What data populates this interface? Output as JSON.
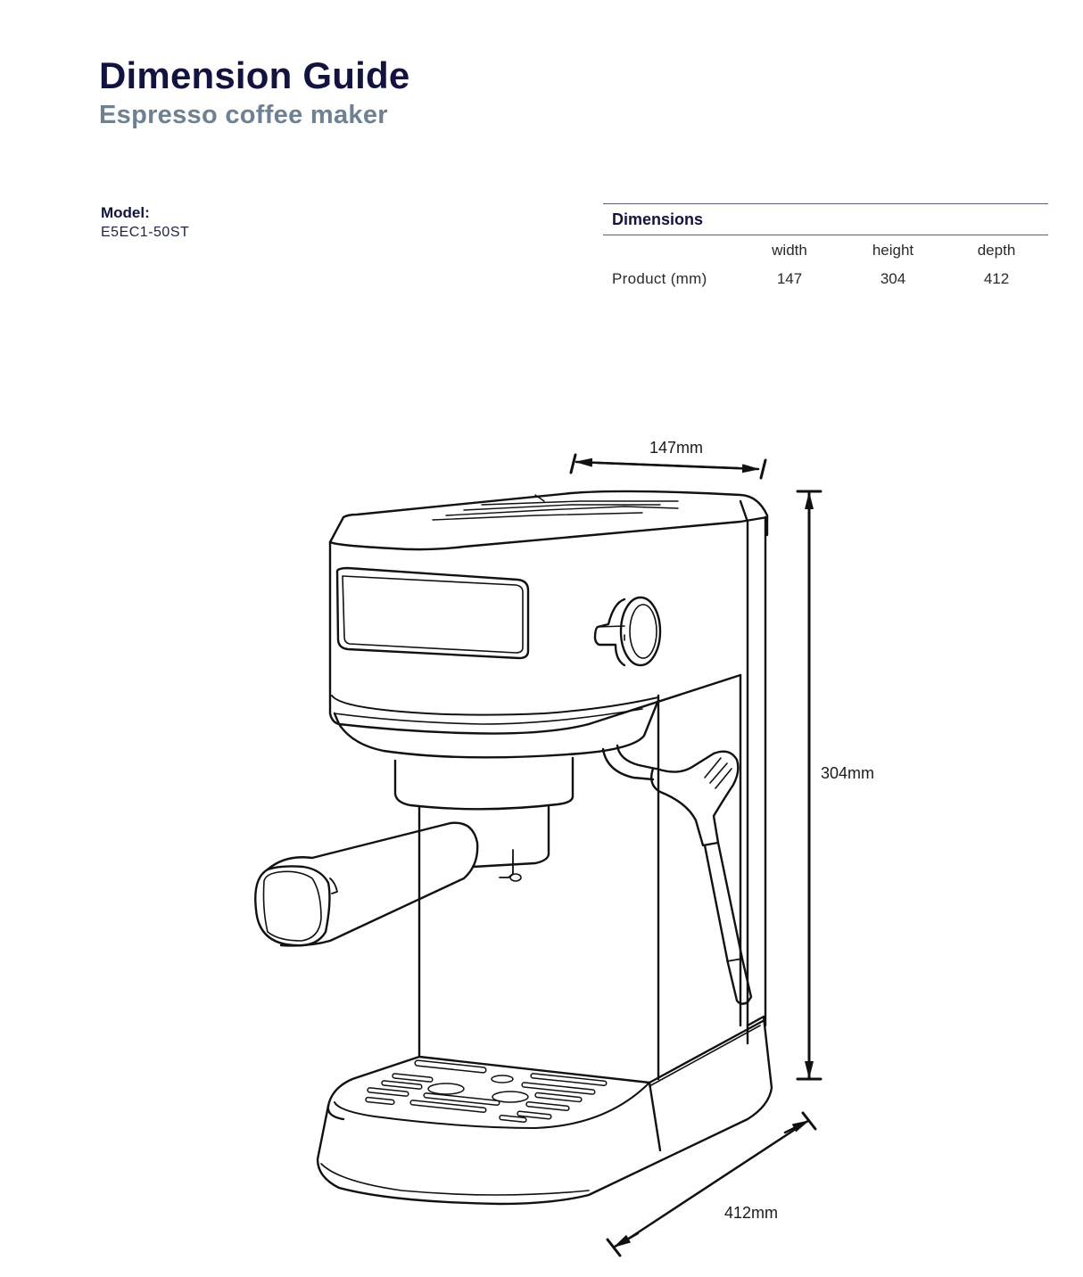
{
  "header": {
    "title": "Dimension Guide",
    "subtitle": "Espresso coffee maker"
  },
  "model": {
    "label": "Model:",
    "value": "E5EC1-50ST"
  },
  "dimensions_table": {
    "heading": "Dimensions",
    "columns": [
      "width",
      "height",
      "depth"
    ],
    "rows": [
      {
        "label": "Product (mm)",
        "values": [
          "147",
          "304",
          "412"
        ]
      }
    ]
  },
  "drawing": {
    "subject": "espresso-machine-line-drawing",
    "width_label": "147mm",
    "height_label": "304mm",
    "depth_label": "412mm"
  },
  "colors": {
    "title": "#12143f",
    "subtitle": "#6e8192",
    "rule": "#5a5d78",
    "line": "#111111"
  }
}
